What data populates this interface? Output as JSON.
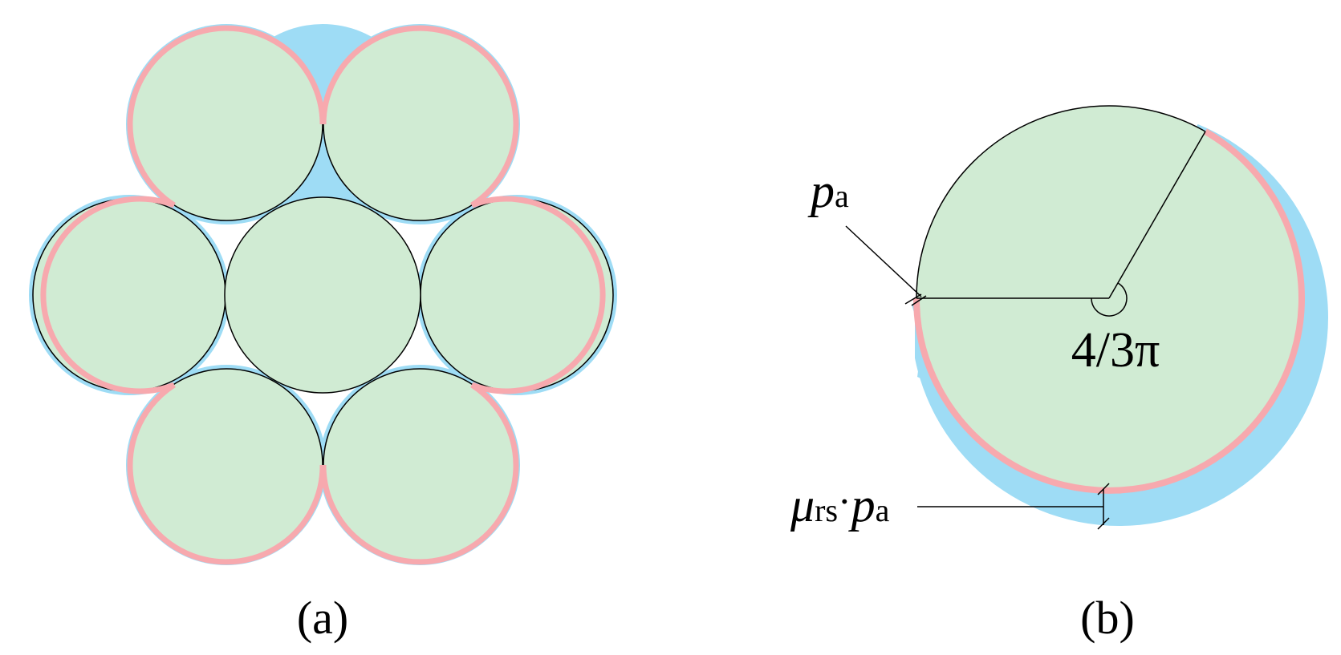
{
  "panel_a": {
    "caption": "(a)"
  },
  "panel_b": {
    "caption": "(b)",
    "pressure_symbol": "p",
    "pressure_subscript": "a",
    "angle_label": "4/3π",
    "friction_symbol": "μ",
    "friction_subscript": "rs",
    "friction_dot": "·"
  },
  "colors": {
    "wire_fill": "#d0ebd3",
    "outer_pressure_band": "#9edcf5",
    "contact_arc": "#f7a9ae",
    "line": "#000000",
    "background": "#ffffff"
  }
}
